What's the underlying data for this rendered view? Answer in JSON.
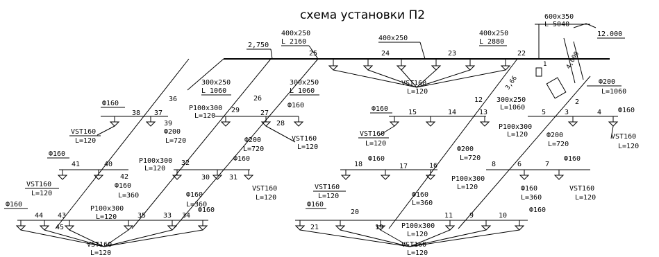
{
  "title": "схема установки П2",
  "labels": {
    "duct_400x250_a": "400x250",
    "len_2160": "L 2160",
    "duct_400x250_b": "400x250",
    "duct_400x250_c": "400x250",
    "len_2880": "L 2880",
    "duct_600x350": "600x350",
    "len_5040": "L 5040",
    "elev_12000": "12.000",
    "elev_2750": "2,750",
    "elev_3660": "3,66",
    "elev_4000": "4,000",
    "n25": "25",
    "n24": "24",
    "n23": "23",
    "n22": "22",
    "vst_top": "VST160",
    "l120_top": "L=120",
    "duct_300x250_a": "300x250",
    "len_1060_a": "L 1060",
    "duct_300x250_b": "300x250",
    "len_1060_b": "L 1060",
    "duct_300x250_c": "300x250",
    "len_1060_c": "L=1060",
    "phi200_r": "Ф200",
    "len_1060_r": "L=1060",
    "n36": "36",
    "n26": "26",
    "n12": "12",
    "n2": "2",
    "phi160_a": "Ф160",
    "n38": "38",
    "n37": "37",
    "n39": "39",
    "p100_a": "P100x300",
    "l120_pa": "L=120",
    "vst_a": "VST160",
    "l120_va": "L=120",
    "phi200_a": "Ф200",
    "len720_a": "L=720",
    "n29": "29",
    "n27": "27",
    "n28": "28",
    "phi160_b": "Ф160",
    "vst_b": "VST160",
    "l120_vb": "L=120",
    "phi160_c": "Ф160",
    "n15": "15",
    "n14": "14",
    "n13": "13",
    "vst_c": "VST160",
    "l120_vc": "L=120",
    "p100_b": "P100x300",
    "l120_pb": "L=120",
    "n5": "5",
    "n3": "3",
    "n4": "4",
    "phi160_d": "Ф160",
    "phi200_b": "Ф200",
    "len720_b": "L=720",
    "vst_d": "VST160",
    "l120_vd": "L=120",
    "phi200_c": "Ф200",
    "len720_c": "L=720",
    "phi160_e": "Ф160",
    "n41": "41",
    "n40": "40",
    "n42": "42",
    "p100_c": "P100x300",
    "l120_pc": "L=120",
    "vst_e": "VST160",
    "l120_ve": "L=120",
    "phi160_f": "Ф160",
    "len360_f": "L=360",
    "n32": "32",
    "n30": "30",
    "n31": "31",
    "phi160_g": "Ф160",
    "vst_f": "VST160",
    "l120_vf": "L=120",
    "phi200_d": "Ф200",
    "len720_d": "L=720",
    "n18": "18",
    "phi160_h": "Ф160",
    "n17": "17",
    "n16": "16",
    "vst_g": "VST160",
    "l120_vg": "L=120",
    "phi160_i": "Ф160",
    "len360_i": "L=360",
    "p100_d": "P100x300",
    "l120_pd": "L=120",
    "n8": "8",
    "n6": "6",
    "n7": "7",
    "phi160_j": "Ф160",
    "vst_h": "VST160",
    "l120_vh": "L=120",
    "phi160_k": "Ф160",
    "len360_k": "L=360",
    "phi160_l": "Ф160",
    "n44": "44",
    "n43": "43",
    "n45": "45",
    "p100_e": "P100x300",
    "l120_pe": "L=120",
    "n35": "35",
    "n33": "33",
    "n34": "34",
    "phi160_m": "Ф160",
    "vst_i": "VST160",
    "l120_vi": "L=120",
    "phi160_n": "Ф160",
    "len360_n": "L=360",
    "phi160_o": "Ф160",
    "n21": "21",
    "n20": "20",
    "n19": "19",
    "p100_f": "P100x300",
    "l120_pf": "L=120",
    "n11": "11",
    "n9": "9",
    "n10": "10",
    "phi160_p": "Ф160",
    "vst_j": "VST160",
    "l120_vj": "L=120"
  }
}
